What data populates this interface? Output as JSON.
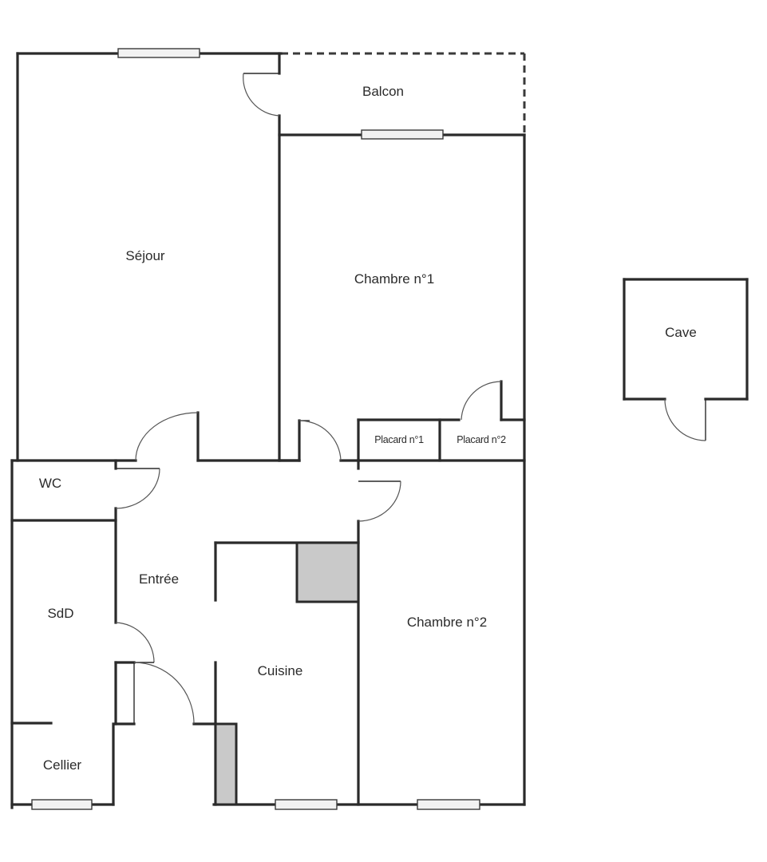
{
  "plan": {
    "rooms": {
      "balcon": "Balcon",
      "sejour": "Séjour",
      "chambre1": "Chambre n°1",
      "placard1": "Placard n°1",
      "placard2": "Placard n°2",
      "wc": "WC",
      "entree": "Entrée",
      "sdd": "SdD",
      "cuisine": "Cuisine",
      "chambre2": "Chambre n°2",
      "cellier": "Cellier",
      "cave": "Cave"
    },
    "colors": {
      "wall": "#2a2a2a",
      "window_fill": "#f2f2f2",
      "shaft_fill": "#c9c9c9",
      "background": "#ffffff"
    }
  }
}
